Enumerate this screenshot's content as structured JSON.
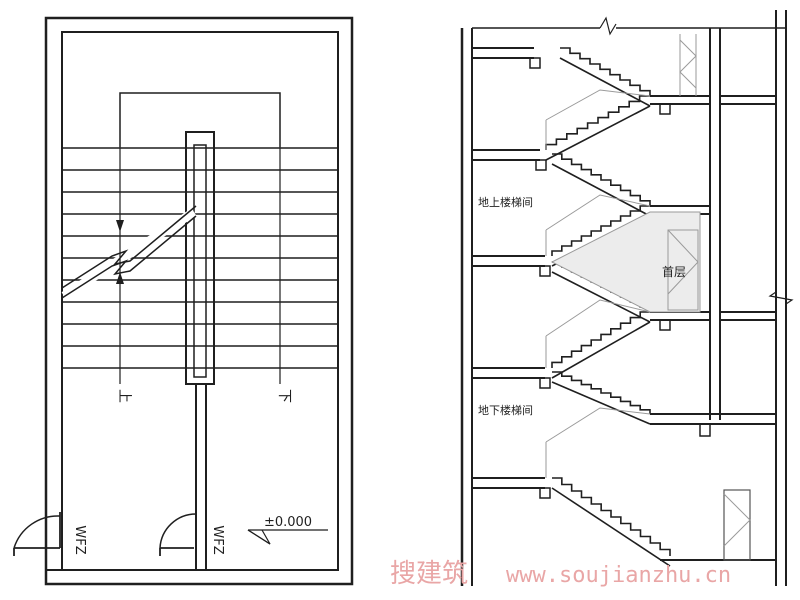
{
  "plan": {
    "up_label": "上",
    "down_label": "下",
    "door_tag_left": "WFZ",
    "door_tag_right": "WFZ",
    "elevation": "±0.000"
  },
  "section": {
    "label_above_ground": "地上楼梯间",
    "label_first_floor": "首层",
    "label_below_ground": "地下楼梯间"
  },
  "watermark": {
    "cn": "搜建筑",
    "url": "www.soujianzhu.cn"
  }
}
